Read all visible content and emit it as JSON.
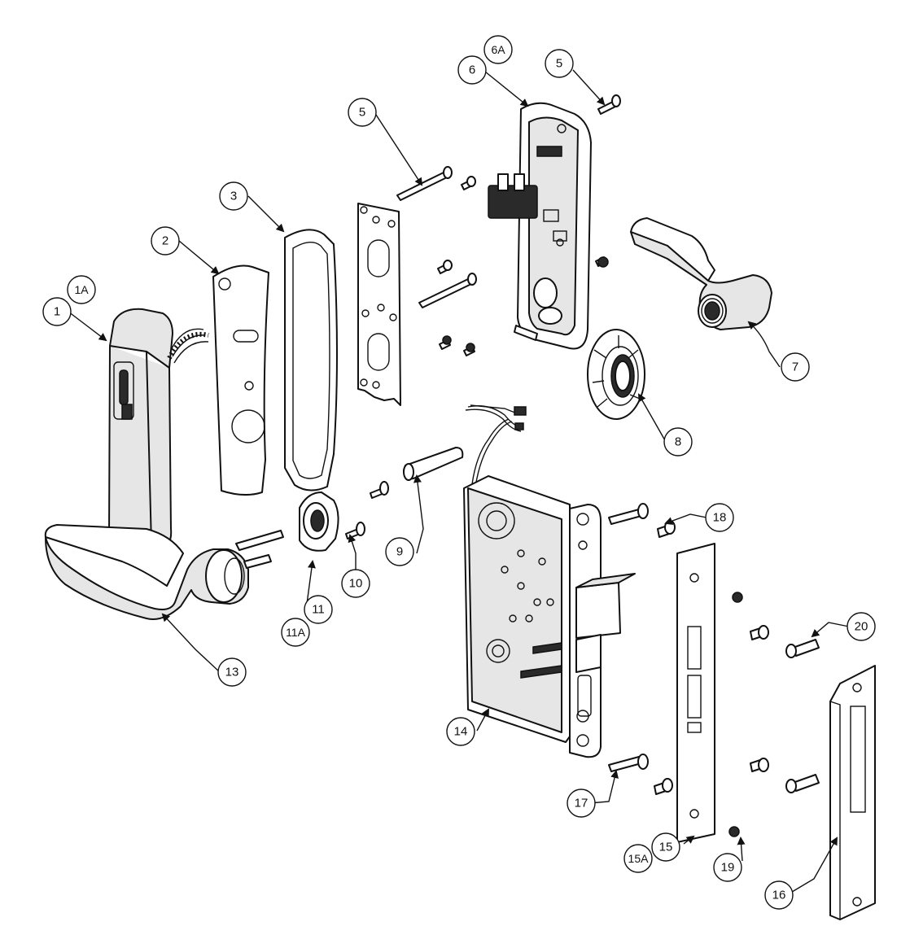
{
  "callouts": {
    "c1": "1",
    "c1a": "1A",
    "c2": "2",
    "c3": "3",
    "c5a": "5",
    "c5b": "5",
    "c6": "6",
    "c6a": "6A",
    "c7": "7",
    "c8": "8",
    "c9": "9",
    "c10": "10",
    "c11": "11",
    "c11a": "11A",
    "c13": "13",
    "c14": "14",
    "c15": "15",
    "c15a": "15A",
    "c16": "16",
    "c17": "17",
    "c18": "18",
    "c19": "19",
    "c20": "20"
  }
}
